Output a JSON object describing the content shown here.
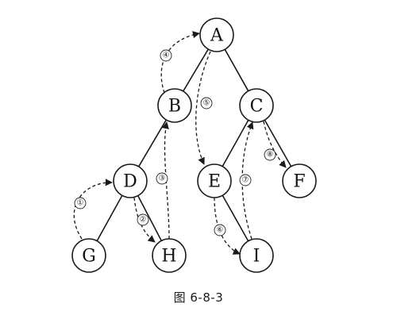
{
  "diagram": {
    "nodes": [
      {
        "id": "A"
      },
      {
        "id": "B"
      },
      {
        "id": "C"
      },
      {
        "id": "D"
      },
      {
        "id": "E"
      },
      {
        "id": "F"
      },
      {
        "id": "G"
      },
      {
        "id": "H"
      },
      {
        "id": "I"
      }
    ],
    "edges": [
      {
        "from": "A",
        "to": "B"
      },
      {
        "from": "A",
        "to": "C"
      },
      {
        "from": "B",
        "to": "D"
      },
      {
        "from": "C",
        "to": "E"
      },
      {
        "from": "C",
        "to": "F"
      },
      {
        "from": "D",
        "to": "G"
      },
      {
        "from": "D",
        "to": "H"
      },
      {
        "from": "E",
        "to": "I"
      }
    ],
    "threads": [
      {
        "step": "①",
        "from": "G",
        "to": "D"
      },
      {
        "step": "②",
        "from": "D",
        "to": "H"
      },
      {
        "step": "③",
        "from": "H",
        "to": "B"
      },
      {
        "step": "④",
        "from": "B",
        "to": "A"
      },
      {
        "step": "⑤",
        "from": "A",
        "to": "E"
      },
      {
        "step": "⑥",
        "from": "E",
        "to": "I"
      },
      {
        "step": "⑦",
        "from": "I",
        "to": "C"
      },
      {
        "step": "⑧",
        "from": "C",
        "to": "F"
      }
    ],
    "caption": "图 6-8-3"
  }
}
